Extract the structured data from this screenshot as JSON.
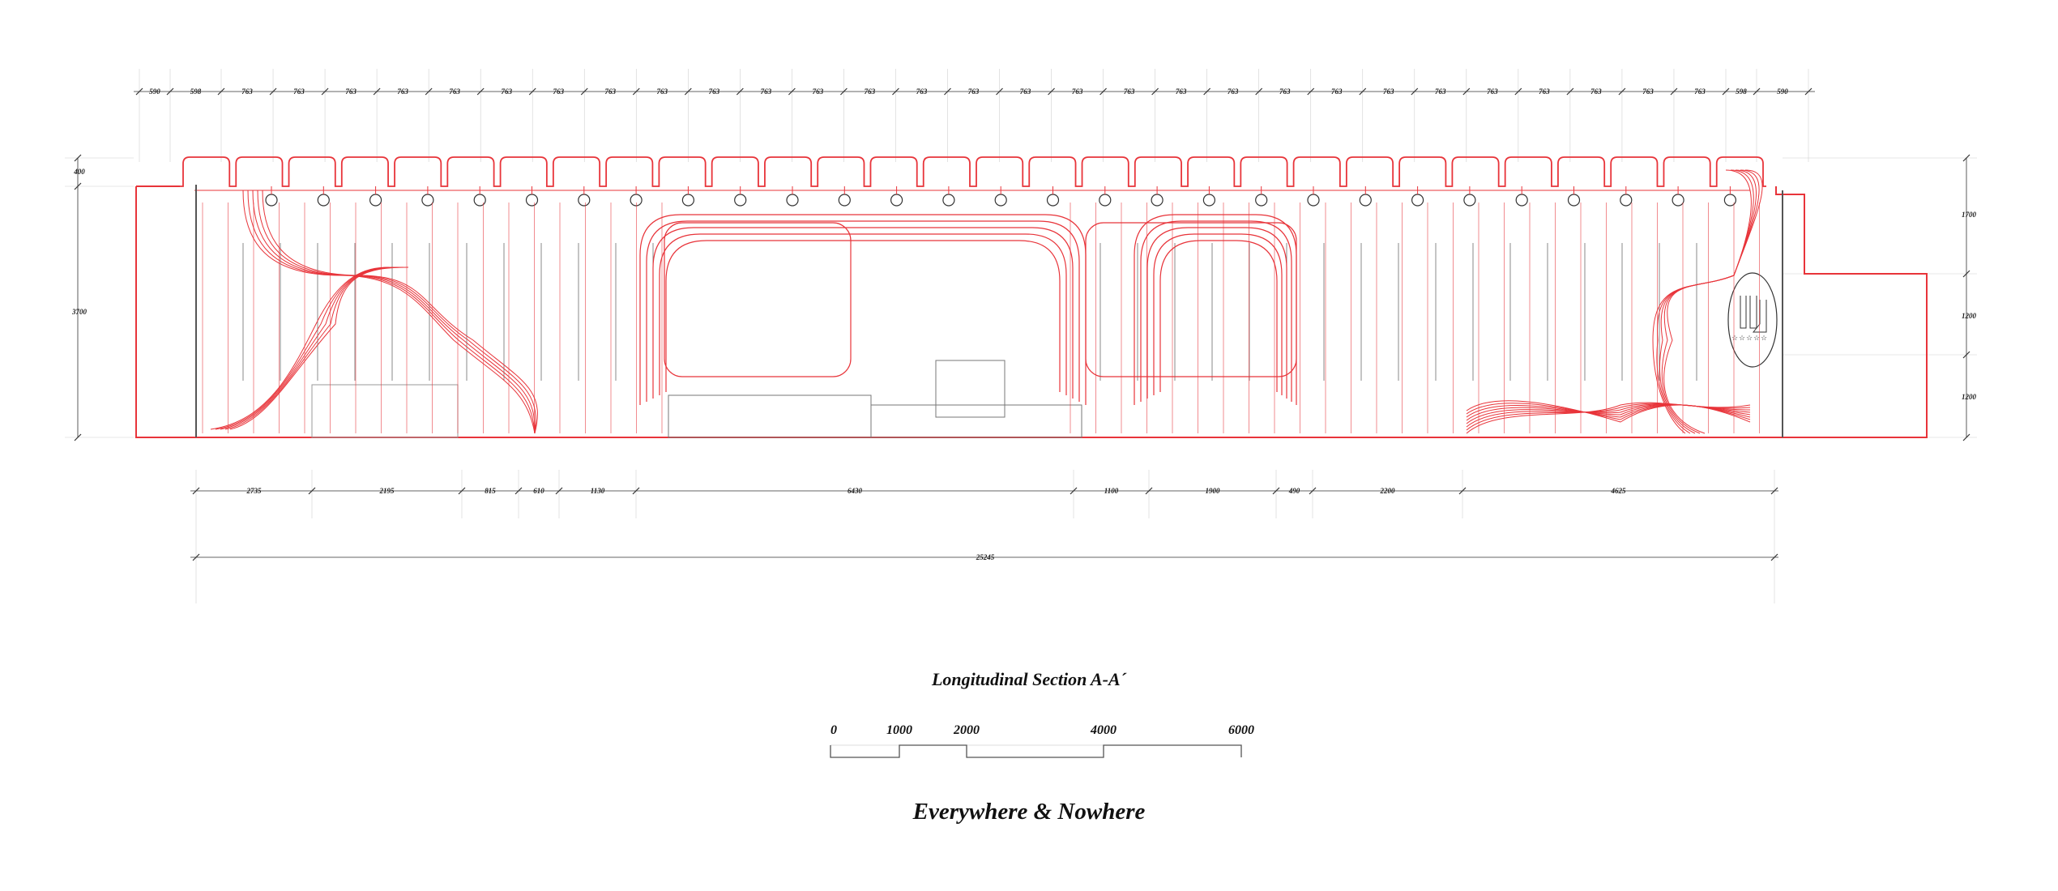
{
  "section_title": "Longitudinal Section A-A´",
  "project_title": "Everywhere & Nowhere",
  "top_dimensions": [
    "590",
    "598",
    "763",
    "763",
    "763",
    "763",
    "763",
    "763",
    "763",
    "763",
    "763",
    "763",
    "763",
    "763",
    "763",
    "763",
    "763",
    "763",
    "763",
    "763",
    "763",
    "763",
    "763",
    "763",
    "763",
    "763",
    "763",
    "763",
    "763",
    "763",
    "763",
    "598",
    "590"
  ],
  "bottom_dimensions": [
    "2735",
    "2195",
    "815",
    "610",
    "1130",
    "6430",
    "1100",
    "1900",
    "490",
    "2200",
    "4625"
  ],
  "overall_dimension": "25245",
  "left_dimensions": [
    "400",
    "3700"
  ],
  "right_dimensions": [
    "1700",
    "1200",
    "1200"
  ],
  "scale_bar": {
    "labels": [
      "0",
      "1000",
      "2000",
      "4000",
      "6000"
    ]
  },
  "colors": {
    "section_line": "#e8343a",
    "dimension_line": "#333333",
    "guide_line": "#d0d0d0"
  }
}
